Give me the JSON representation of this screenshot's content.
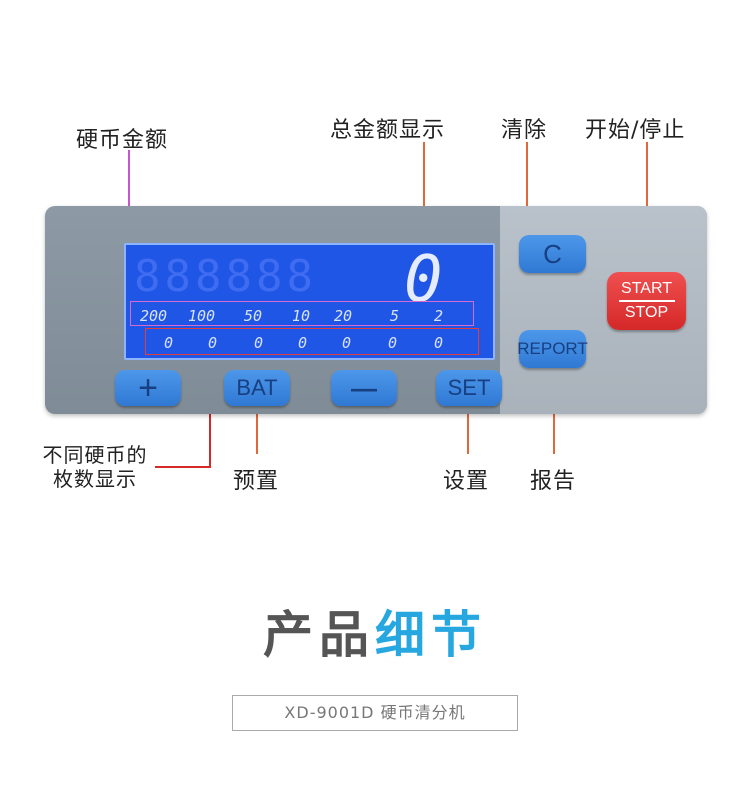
{
  "annotations": {
    "coin_amount": "硬币金额",
    "total_display": "总金额显示",
    "clear": "清除",
    "start_stop": "开始/停止",
    "count_display_1": "不同硬币的",
    "count_display_2": "枚数显示",
    "preset": "预置",
    "setting": "设置",
    "report": "报告"
  },
  "lcd": {
    "total_value": "0",
    "ghost_digits": "888888",
    "denominations": [
      "200",
      "100",
      "50",
      "10",
      "20",
      "5",
      "2"
    ],
    "counts": [
      "0",
      "0",
      "0",
      "0",
      "0",
      "0",
      "0"
    ]
  },
  "buttons": {
    "plus": "+",
    "bat": "BAT",
    "minus": "—",
    "set": "SET",
    "clear": "C",
    "report": "REPORT",
    "start": "START",
    "stop": "STOP"
  },
  "title": {
    "part1": "产品",
    "part2": "细节"
  },
  "model": "XD-9001D 硬币清分机",
  "colors": {
    "lcd": "#1f56e6",
    "button_blue": "#3a86dd",
    "button_red": "#e03a3a",
    "title_accent": "#27a7e0",
    "leader": "#e2683a"
  }
}
